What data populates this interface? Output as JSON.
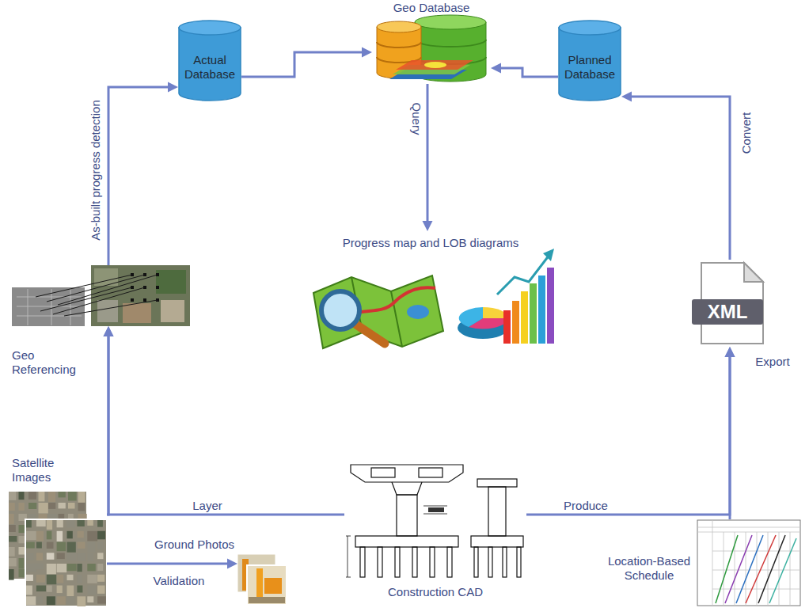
{
  "diagram": {
    "nodes": [
      {
        "text": [
          "Geo Database"
        ]
      },
      {
        "text": [
          "Actual Database"
        ]
      },
      {
        "text": [
          "Planned Database"
        ]
      },
      {
        "text": [
          "Progress map and LOB diagrams"
        ]
      },
      {
        "text": [
          "Geo Referencing"
        ]
      },
      {
        "text": [
          "XML"
        ]
      },
      {
        "text": [
          "Satellite Images"
        ]
      },
      {
        "text": [
          "Ground Photos"
        ]
      },
      {
        "text": [
          "Construction CAD"
        ]
      },
      {
        "text": [
          "Location-Based Schedule"
        ]
      }
    ],
    "edges": [
      {
        "from": 1,
        "to": 0,
        "arrow": "to"
      },
      {
        "from": 2,
        "to": 0,
        "arrow": "to"
      },
      {
        "from": 0,
        "to": 3,
        "label": "Query",
        "arrow": "to"
      },
      {
        "from": 4,
        "to": 1,
        "label": "As-built progress detection",
        "arrow": "to"
      },
      {
        "from": 6,
        "to": 4,
        "arrow": "to"
      },
      {
        "from": 8,
        "to": 4,
        "label": "Layer",
        "arrow": "to"
      },
      {
        "from": 6,
        "to": 7,
        "label": "Validation",
        "arrow": "to"
      },
      {
        "from": 8,
        "to": 5,
        "label": "Produce",
        "arrow": "to"
      },
      {
        "from": 9,
        "to": 5,
        "label": "Export",
        "arrow": "to"
      },
      {
        "from": 5,
        "to": 2,
        "label": "Convert",
        "arrow": "to"
      }
    ]
  }
}
